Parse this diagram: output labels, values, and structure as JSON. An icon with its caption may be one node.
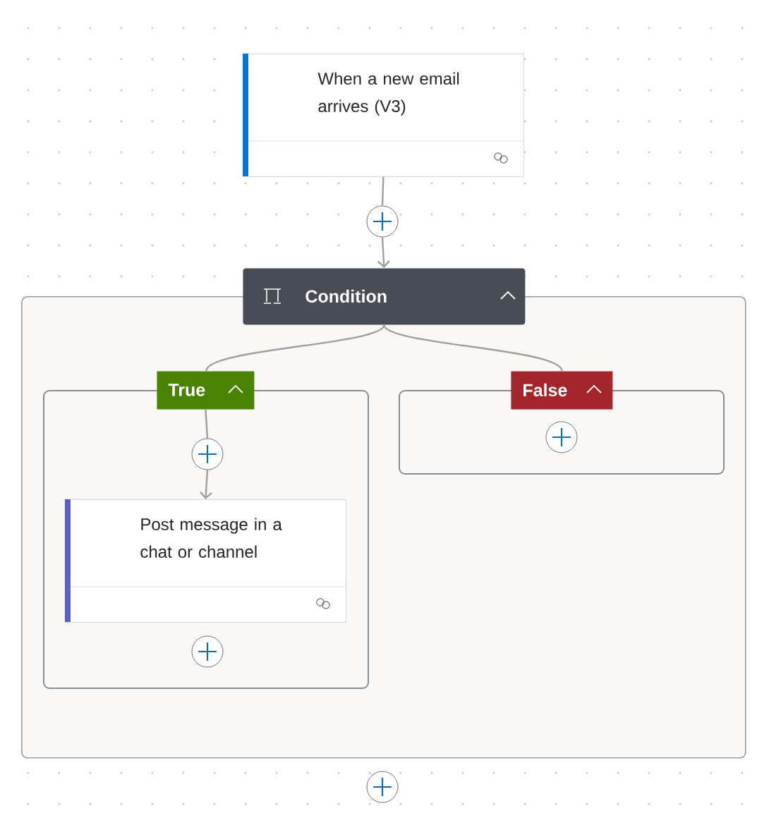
{
  "diagram": {
    "nodes": [
      {
        "text": [
          "When a new email arrives (V3)"
        ]
      },
      {
        "text": [],
        "shape": "circle"
      },
      {
        "text": [
          "Condition"
        ]
      },
      {
        "text": [],
        "shape": "box"
      },
      {
        "text": [
          "True"
        ],
        "in": 3
      },
      {
        "text": [
          "False"
        ],
        "in": 3
      },
      {
        "text": [],
        "shape": "circle",
        "in": 4
      },
      {
        "text": [
          "Post message in a chat or channel"
        ],
        "in": 4
      },
      {
        "text": [],
        "shape": "circle",
        "in": 4
      },
      {
        "text": [],
        "shape": "circle",
        "in": 5
      },
      {
        "text": [],
        "shape": "circle"
      }
    ],
    "edges": [
      {
        "from": 0,
        "to": 1,
        "arrow": "none"
      },
      {
        "from": 1,
        "to": 2,
        "arrow": "to"
      },
      {
        "from": 2,
        "to": 4,
        "arrow": "none"
      },
      {
        "from": 2,
        "to": 5,
        "arrow": "none"
      },
      {
        "from": 4,
        "to": 6,
        "arrow": "none"
      },
      {
        "from": 6,
        "to": 7,
        "arrow": "to"
      }
    ]
  }
}
